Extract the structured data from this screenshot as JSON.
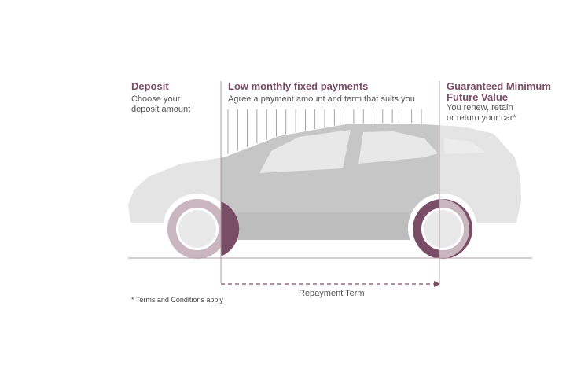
{
  "colors": {
    "accent": "#7a4d66",
    "accent_light": "#c9b6bf",
    "car_light": "#e4e4e4",
    "car_dark": "#c6c6c6",
    "line": "#b39aa7",
    "text": "#555555"
  },
  "sections": {
    "deposit": {
      "title": "Deposit",
      "description": "Choose your\ndeposit amount"
    },
    "monthly": {
      "title": "Low monthly fixed payments",
      "description": "Agree a payment amount and term that suits you"
    },
    "gmfv": {
      "title": "Guaranteed Minimum\nFuture Value",
      "description": "You renew, retain\n or return your car*"
    }
  },
  "axis": {
    "label": "Repayment Term"
  },
  "footnote": "* Terms and Conditions apply"
}
